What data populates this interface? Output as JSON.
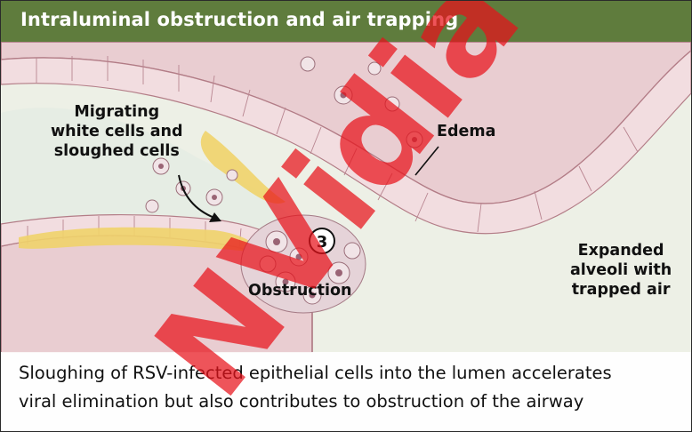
{
  "header": {
    "title": "Intraluminal obstruction and air trapping"
  },
  "labels": {
    "migrating": "Migrating\nwhite cells and\nsloughed cells",
    "edema": "Edema",
    "step": "3",
    "obstruction": "Obstruction",
    "expanded": "Expanded\nalveoli with\ntrapped air"
  },
  "caption": {
    "line1": "Sloughing of RSV-infected epithelial cells into the lumen accelerates",
    "line2": "viral elimination but also contributes to obstruction of the airway"
  },
  "watermark": {
    "text": "NVidia",
    "color": "#e8121a"
  },
  "colors": {
    "header": "#5f7c3d",
    "tissue_pink": "#e8c7cc",
    "mucus_yellow": "#f0d36a",
    "background": "#eef1e8"
  }
}
